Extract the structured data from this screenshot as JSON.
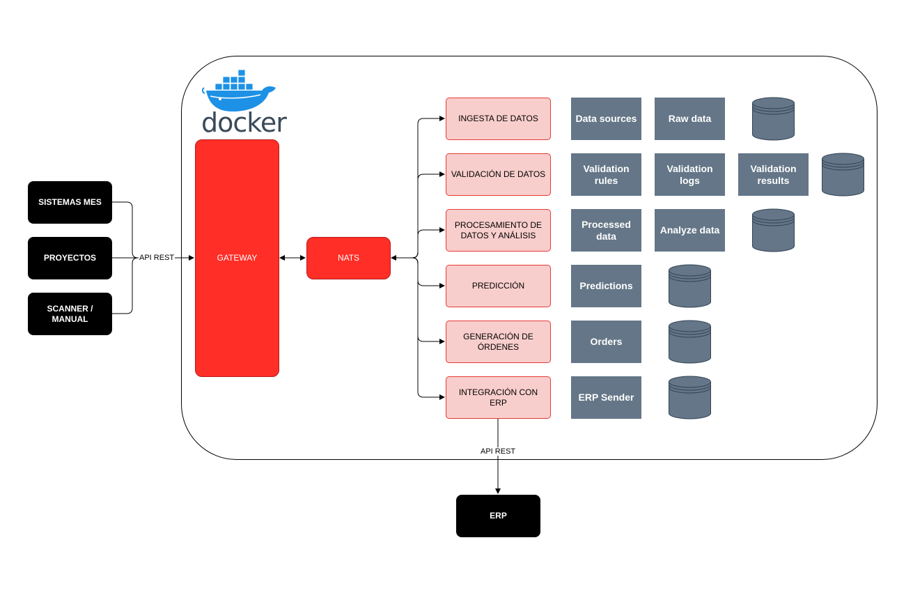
{
  "docker": {
    "logo_text": "docker"
  },
  "sources": [
    {
      "id": "sistemas-mes",
      "label": "SISTEMAS MES"
    },
    {
      "id": "proyectos",
      "label": "PROYECTOS"
    },
    {
      "id": "scanner-manual",
      "label": "SCANNER / MANUAL"
    }
  ],
  "edges": {
    "api_rest_in": "API REST",
    "api_rest_out": "API REST"
  },
  "gateway": {
    "label": "GATEWAY"
  },
  "nats": {
    "label": "NATS"
  },
  "services": [
    {
      "label": "INGESTA DE DATOS",
      "components": [
        "Data sources",
        "Raw data"
      ]
    },
    {
      "label": "VALIDACIÓN DE DATOS",
      "components": [
        "Validation rules",
        "Validation logs",
        "Validation results"
      ]
    },
    {
      "label": "PROCESAMIENTO DE DATOS Y ANÁLISIS",
      "components": [
        "Processed data",
        "Analyze data"
      ]
    },
    {
      "label": "PREDICCIÓN",
      "components": [
        "Predictions"
      ]
    },
    {
      "label": "GENERACIÓN DE ÓRDENES",
      "components": [
        "Orders"
      ]
    },
    {
      "label": "INTEGRACIÓN CON ERP",
      "components": [
        "ERP Sender"
      ]
    }
  ],
  "erp": {
    "label": "ERP"
  },
  "colors": {
    "service_fill": "#f8cecc",
    "service_stroke": "#e53935",
    "core_fill": "#ff2e26",
    "component_fill": "#647687",
    "db_fill": "#647687",
    "db_stroke": "#314354",
    "docker_blue": "#1d91e6"
  }
}
